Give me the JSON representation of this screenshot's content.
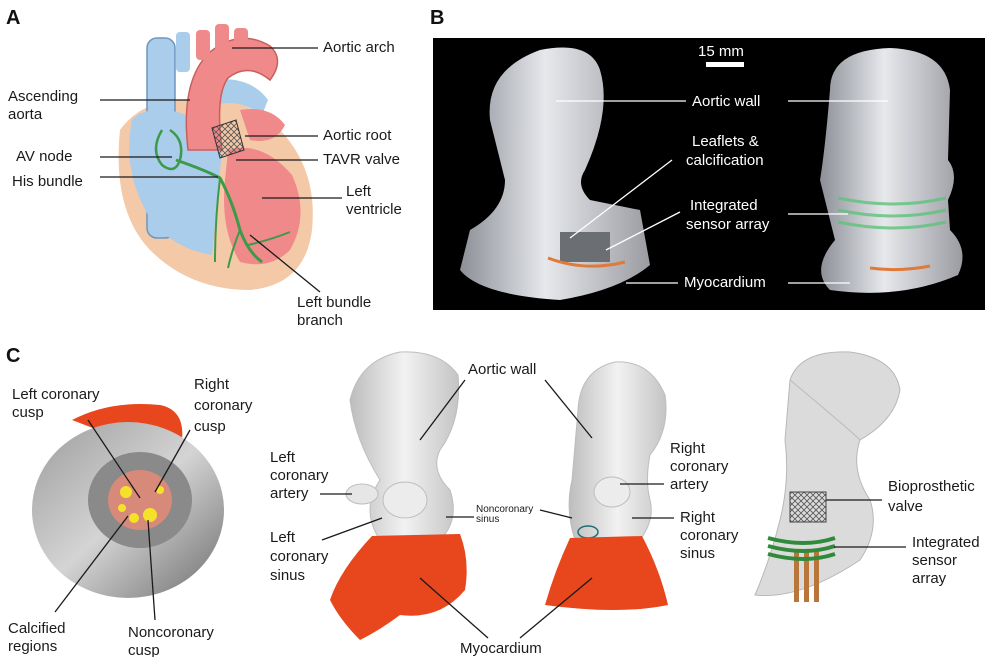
{
  "panels": {
    "a": "A",
    "b": "B",
    "c": "C"
  },
  "panel_a": {
    "aortic_arch": "Aortic arch",
    "ascending_aorta_1": "Ascending",
    "ascending_aorta_2": "aorta",
    "aortic_root": "Aortic root",
    "av_node": "AV node",
    "tavr_valve": "TAVR valve",
    "his_bundle": "His bundle",
    "left_ventricle_1": "Left",
    "left_ventricle_2": "ventricle",
    "left_bundle_1": "Left bundle",
    "left_bundle_2": "branch"
  },
  "panel_b": {
    "scale_bar": "15 mm",
    "aortic_wall": "Aortic wall",
    "leaflets_1": "Leaflets &",
    "leaflets_2": "calcification",
    "sensor_1": "Integrated",
    "sensor_2": "sensor array",
    "myocardium": "Myocardium"
  },
  "panel_c": {
    "left_cusp_1": "Left coronary",
    "left_cusp_2": "cusp",
    "right_cusp_1": "Right",
    "right_cusp_2": "coronary",
    "right_cusp_3": "cusp",
    "calcified_1": "Calcified",
    "calcified_2": "regions",
    "noncoronary_cusp_1": "Noncoronary",
    "noncoronary_cusp_2": "cusp",
    "aortic_wall": "Aortic wall",
    "left_artery_1": "Left",
    "left_artery_2": "coronary",
    "left_artery_3": "artery",
    "noncoronary_sinus_1": "Noncoronary",
    "noncoronary_sinus_2": "sinus",
    "right_artery_1": "Right",
    "right_artery_2": "coronary",
    "right_artery_3": "artery",
    "left_sinus_1": "Left",
    "left_sinus_2": "coronary",
    "left_sinus_3": "sinus",
    "right_sinus_1": "Right",
    "right_sinus_2": "coronary",
    "right_sinus_3": "sinus",
    "myocardium": "Myocardium",
    "bioprosthetic_1": "Bioprosthetic",
    "bioprosthetic_2": "valve",
    "sensor_1": "Integrated",
    "sensor_2": "sensor",
    "sensor_3": "array"
  },
  "colors": {
    "heart_tissue": "#f4c9a8",
    "oxygenated": "#f08a8a",
    "deoxygenated": "#a9cdea",
    "conduction": "#3c9a4a",
    "myocardium_model": "#e8461c",
    "model_gray": "#d9d9d9",
    "photo_bg": "#000000"
  }
}
